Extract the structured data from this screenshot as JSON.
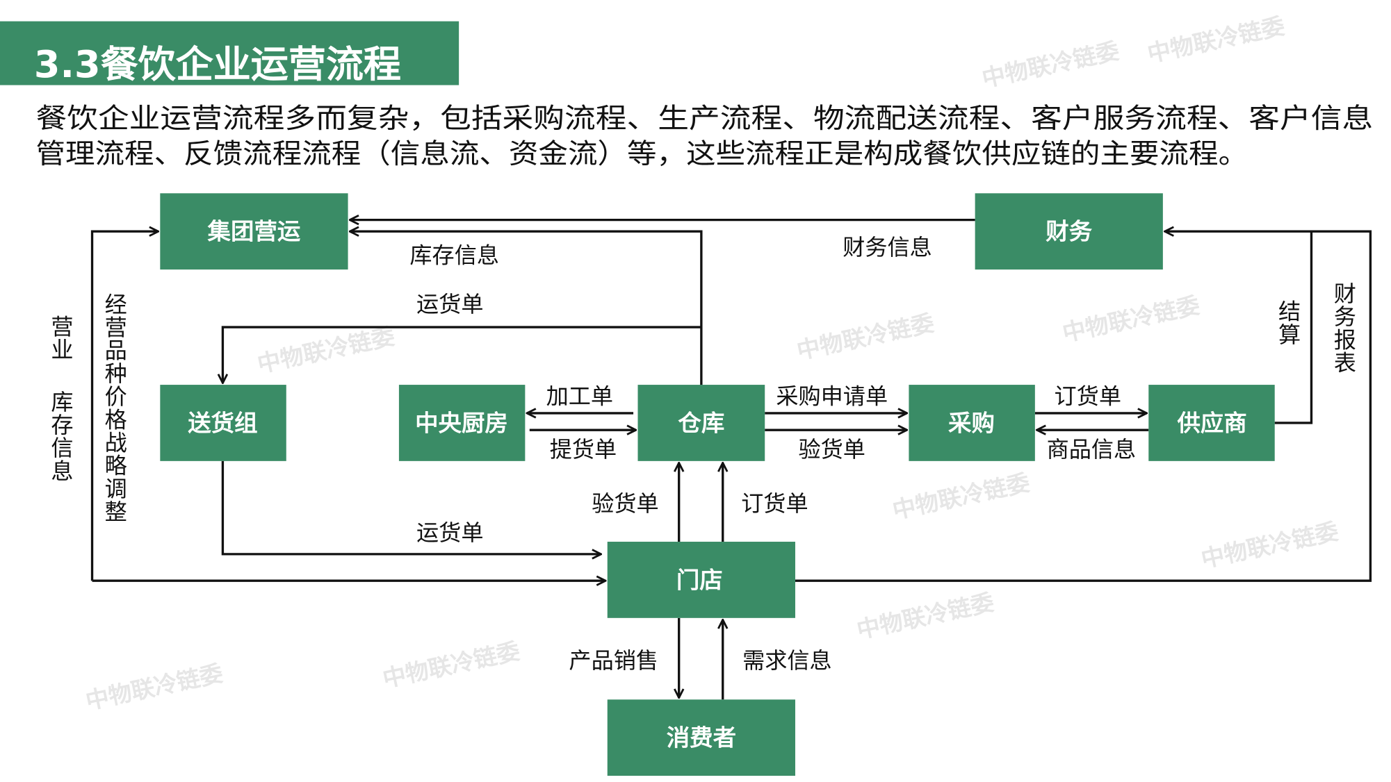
{
  "title": "3.3餐饮企业运营流程",
  "paragraph": {
    "line1": "餐饮企业运营流程多而复杂，包括采购流程、生产流程、物流配送流程、客户服务流程、客户信息",
    "line2": "管理流程、反馈流程流程（信息流、资金流）等，这些流程正是构成餐饮供应链的主要流程。"
  },
  "watermark": "中物联冷链委",
  "colors": {
    "box": "#3a8c66",
    "line": "#111111"
  },
  "nodes": {
    "group_ops": "集团营运",
    "finance": "财务",
    "delivery": "送货组",
    "kitchen": "中央厨房",
    "warehouse": "仓库",
    "purchase": "采购",
    "supplier": "供应商",
    "store": "门店",
    "consumer": "消费者"
  },
  "edges": {
    "finance_info": "财务信息",
    "stock_info": "库存信息",
    "waybill_top": "运货单",
    "waybill_bottom": "运货单",
    "processing_order": "加工单",
    "pickup_order": "提货单",
    "purchase_request": "采购申请单",
    "inspection_wh": "验货单",
    "order_supplier": "订货单",
    "goods_info": "商品信息",
    "inspection_store": "验货单",
    "order_store": "订货单",
    "sales": "产品销售",
    "demand_info": "需求信息",
    "settlement": "结算",
    "finance_report": "财务报表",
    "business": "营业",
    "stock_info_left": "库存信息",
    "strategy_adjust": "经营品种价格战略调整"
  }
}
